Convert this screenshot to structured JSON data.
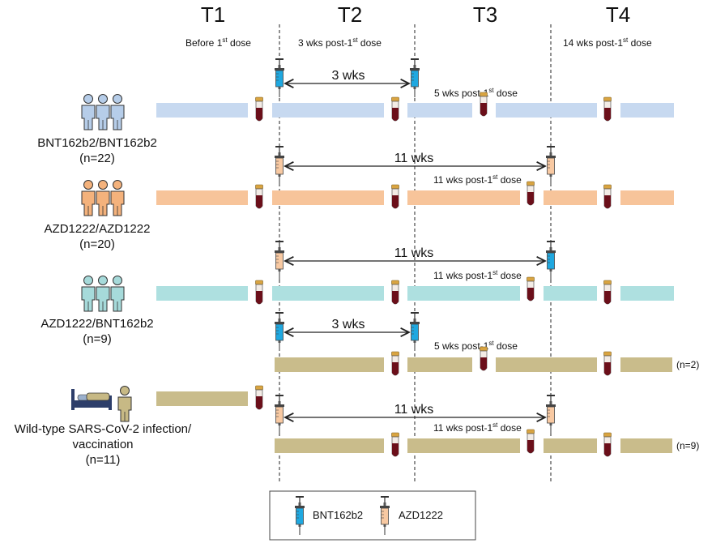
{
  "timepoints": [
    {
      "label": "T1",
      "note": "Before 1",
      "sup": "st",
      "tail": " dose"
    },
    {
      "label": "T2",
      "note": "3 wks post-1",
      "sup": "st",
      "tail": " dose"
    },
    {
      "label": "T3",
      "note": "",
      "sup": "",
      "tail": ""
    },
    {
      "label": "T4",
      "note": "14 wks post-1",
      "sup": "st",
      "tail": " dose"
    }
  ],
  "groups": [
    {
      "label": "BNT162b2/BNT162b2",
      "n": "(n=22)",
      "bar_color": "#c7d9f0",
      "icon_color": "#b6cde9",
      "dose1_color": "#1fa8e0",
      "dose2_color": "#1fa8e0",
      "interval": "3 wks",
      "t3_note": {
        "pre": "5 wks post-1",
        "sup": "st",
        "post": " dose"
      }
    },
    {
      "label": "AZD1222/AZD1222",
      "n": "(n=20)",
      "bar_color": "#f7c49a",
      "icon_color": "#f4b27c",
      "dose1_color": "#f8c9a2",
      "dose2_color": "#f8c9a2",
      "interval": "11 wks",
      "t3_note": {
        "pre": "11 wks post-1",
        "sup": "st",
        "post": " dose"
      }
    },
    {
      "label": "AZD1222/BNT162b2",
      "n": "(n=9)",
      "bar_color": "#aee0e0",
      "icon_color": "#a6dada",
      "dose1_color": "#f8c9a2",
      "dose2_color": "#1fa8e0",
      "interval": "11 wks",
      "t3_note": {
        "pre": "11 wks post-1",
        "sup": "st",
        "post": " dose"
      }
    },
    {
      "label": "Wild-type SARS-CoV-2 infection/",
      "label2": "vaccination",
      "n": "(n=11)",
      "bar_color": "#c9bc8b",
      "icon_color": "#c7b985",
      "subgroups": [
        {
          "dose1_color": "#1fa8e0",
          "dose2_color": "#1fa8e0",
          "interval": "3 wks",
          "t3_note": {
            "pre": "5 wks post-1",
            "sup": "st",
            "post": " dose"
          },
          "n": "(n=2)"
        },
        {
          "dose1_color": "#f8c9a2",
          "dose2_color": "#f8c9a2",
          "interval": "11 wks",
          "t3_note": {
            "pre": "11 wks post-1",
            "sup": "st",
            "post": " dose"
          },
          "n": "(n=9)"
        }
      ]
    }
  ],
  "legend": [
    {
      "label": "BNT162b2",
      "color": "#1fa8e0"
    },
    {
      "label": "AZD1222",
      "color": "#f8c9a2"
    }
  ],
  "colors": {
    "tube_cap": "#d9a441",
    "tube_blood": "#6b0f1a",
    "line": "#222222"
  }
}
